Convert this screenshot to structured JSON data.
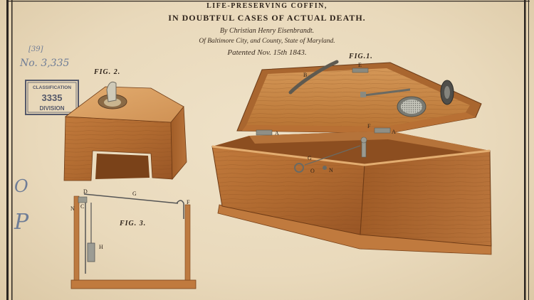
{
  "header": {
    "title_line1": "LIFE-PRESERVING COFFIN,",
    "title_line2": "IN DOUBTFUL CASES OF ACTUAL DEATH.",
    "inventor": "By Christian Henry Eisenbrandt.",
    "residence": "Of Baltimore City, and County, State of Maryland.",
    "patented": "Patented Nov. 15th 1843."
  },
  "figures": {
    "fig1": {
      "label": "FIG.1.",
      "parts": [
        "B",
        "E",
        "A",
        "F",
        "A",
        "G",
        "O",
        "N"
      ]
    },
    "fig2": {
      "label": "FIG. 2."
    },
    "fig3": {
      "label": "FIG. 3.",
      "parts": [
        "D",
        "C",
        "N",
        "G",
        "F",
        "H"
      ]
    }
  },
  "stamp": {
    "line1": "CLASSIFICATION",
    "number": "3335",
    "line2": "DIVISION"
  },
  "margin_notes": {
    "patent_number": "No. 3,335",
    "bracket": "[39]",
    "mark_o": "O",
    "mark_p": "P"
  },
  "colors": {
    "paper": "#eadbbf",
    "wood": "#b06a30",
    "ink": "#2e231a",
    "stamp": "#55596a",
    "pencil": "#6f7d96"
  }
}
